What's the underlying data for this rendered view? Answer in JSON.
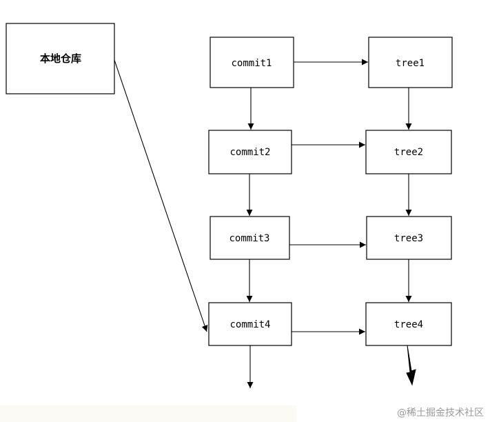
{
  "diagram": {
    "repo_label": "本地仓库",
    "commits": [
      "commit1",
      "commit2",
      "commit3",
      "commit4"
    ],
    "trees": [
      "tree1",
      "tree2",
      "tree3",
      "tree4"
    ]
  },
  "watermark": "@稀土掘金技术社区",
  "colors": {
    "stroke": "#000000",
    "background": "#ffffff",
    "watermark": "#9a9a9a"
  }
}
